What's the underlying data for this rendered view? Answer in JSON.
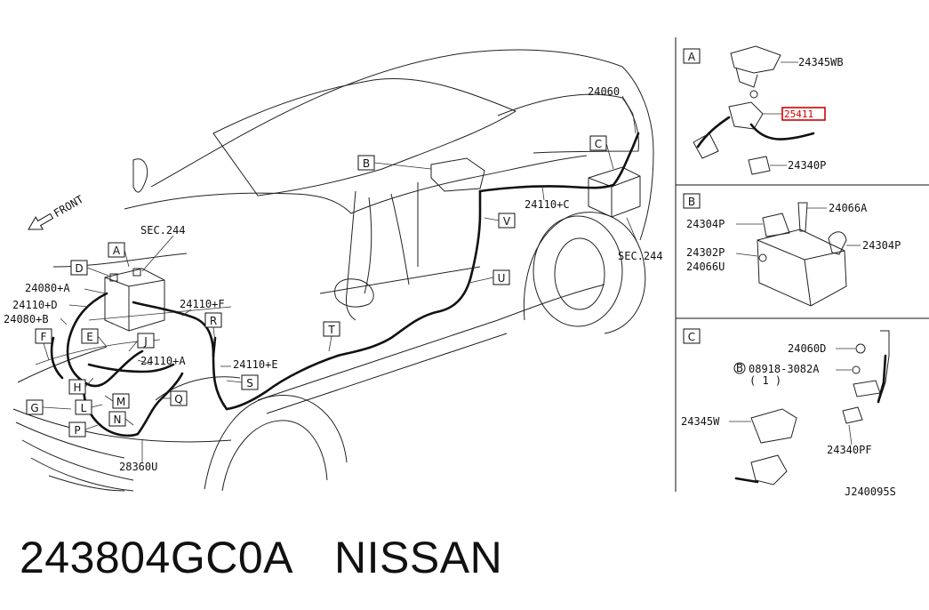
{
  "main_view": {
    "callouts": [
      "A",
      "B",
      "C",
      "D",
      "E",
      "F",
      "G",
      "H",
      "J",
      "L",
      "M",
      "N",
      "P",
      "Q",
      "R",
      "S",
      "T",
      "U",
      "V"
    ],
    "part_labels": {
      "sec244_front": "SEC.244",
      "sec244_rear": "SEC.244",
      "p24060": "24060",
      "p24110c": "24110+C",
      "p24110f": "24110+F",
      "p24110a": "24110+A",
      "p24110e": "24110+E",
      "p24110d": "24110+D",
      "p24080a": "24080+A",
      "p24080b": "24080+B",
      "p28360u": "28360U"
    },
    "front_arrow": "FRONT"
  },
  "detail_a": {
    "tag": "A",
    "labels": {
      "wb": "24345WB",
      "highlight": "25411",
      "p": "24340P"
    }
  },
  "detail_b": {
    "tag": "B",
    "labels": {
      "p304_left": "24304P",
      "a066": "24066A",
      "p302": "24302P",
      "u066": "24066U",
      "p304_right": "24304P"
    }
  },
  "detail_c": {
    "tag": "C",
    "labels": {
      "d060": "24060D",
      "b_symbol": "B",
      "bolt": "08918-3082A",
      "qty": "( 1 )",
      "w": "24345W",
      "pf": "24340PF"
    }
  },
  "drawing_code": "J240095S",
  "footer": {
    "part_number": "243804GC0A",
    "brand": "NISSAN"
  },
  "colors": {
    "highlight": "#d40000",
    "ink": "#111111"
  }
}
